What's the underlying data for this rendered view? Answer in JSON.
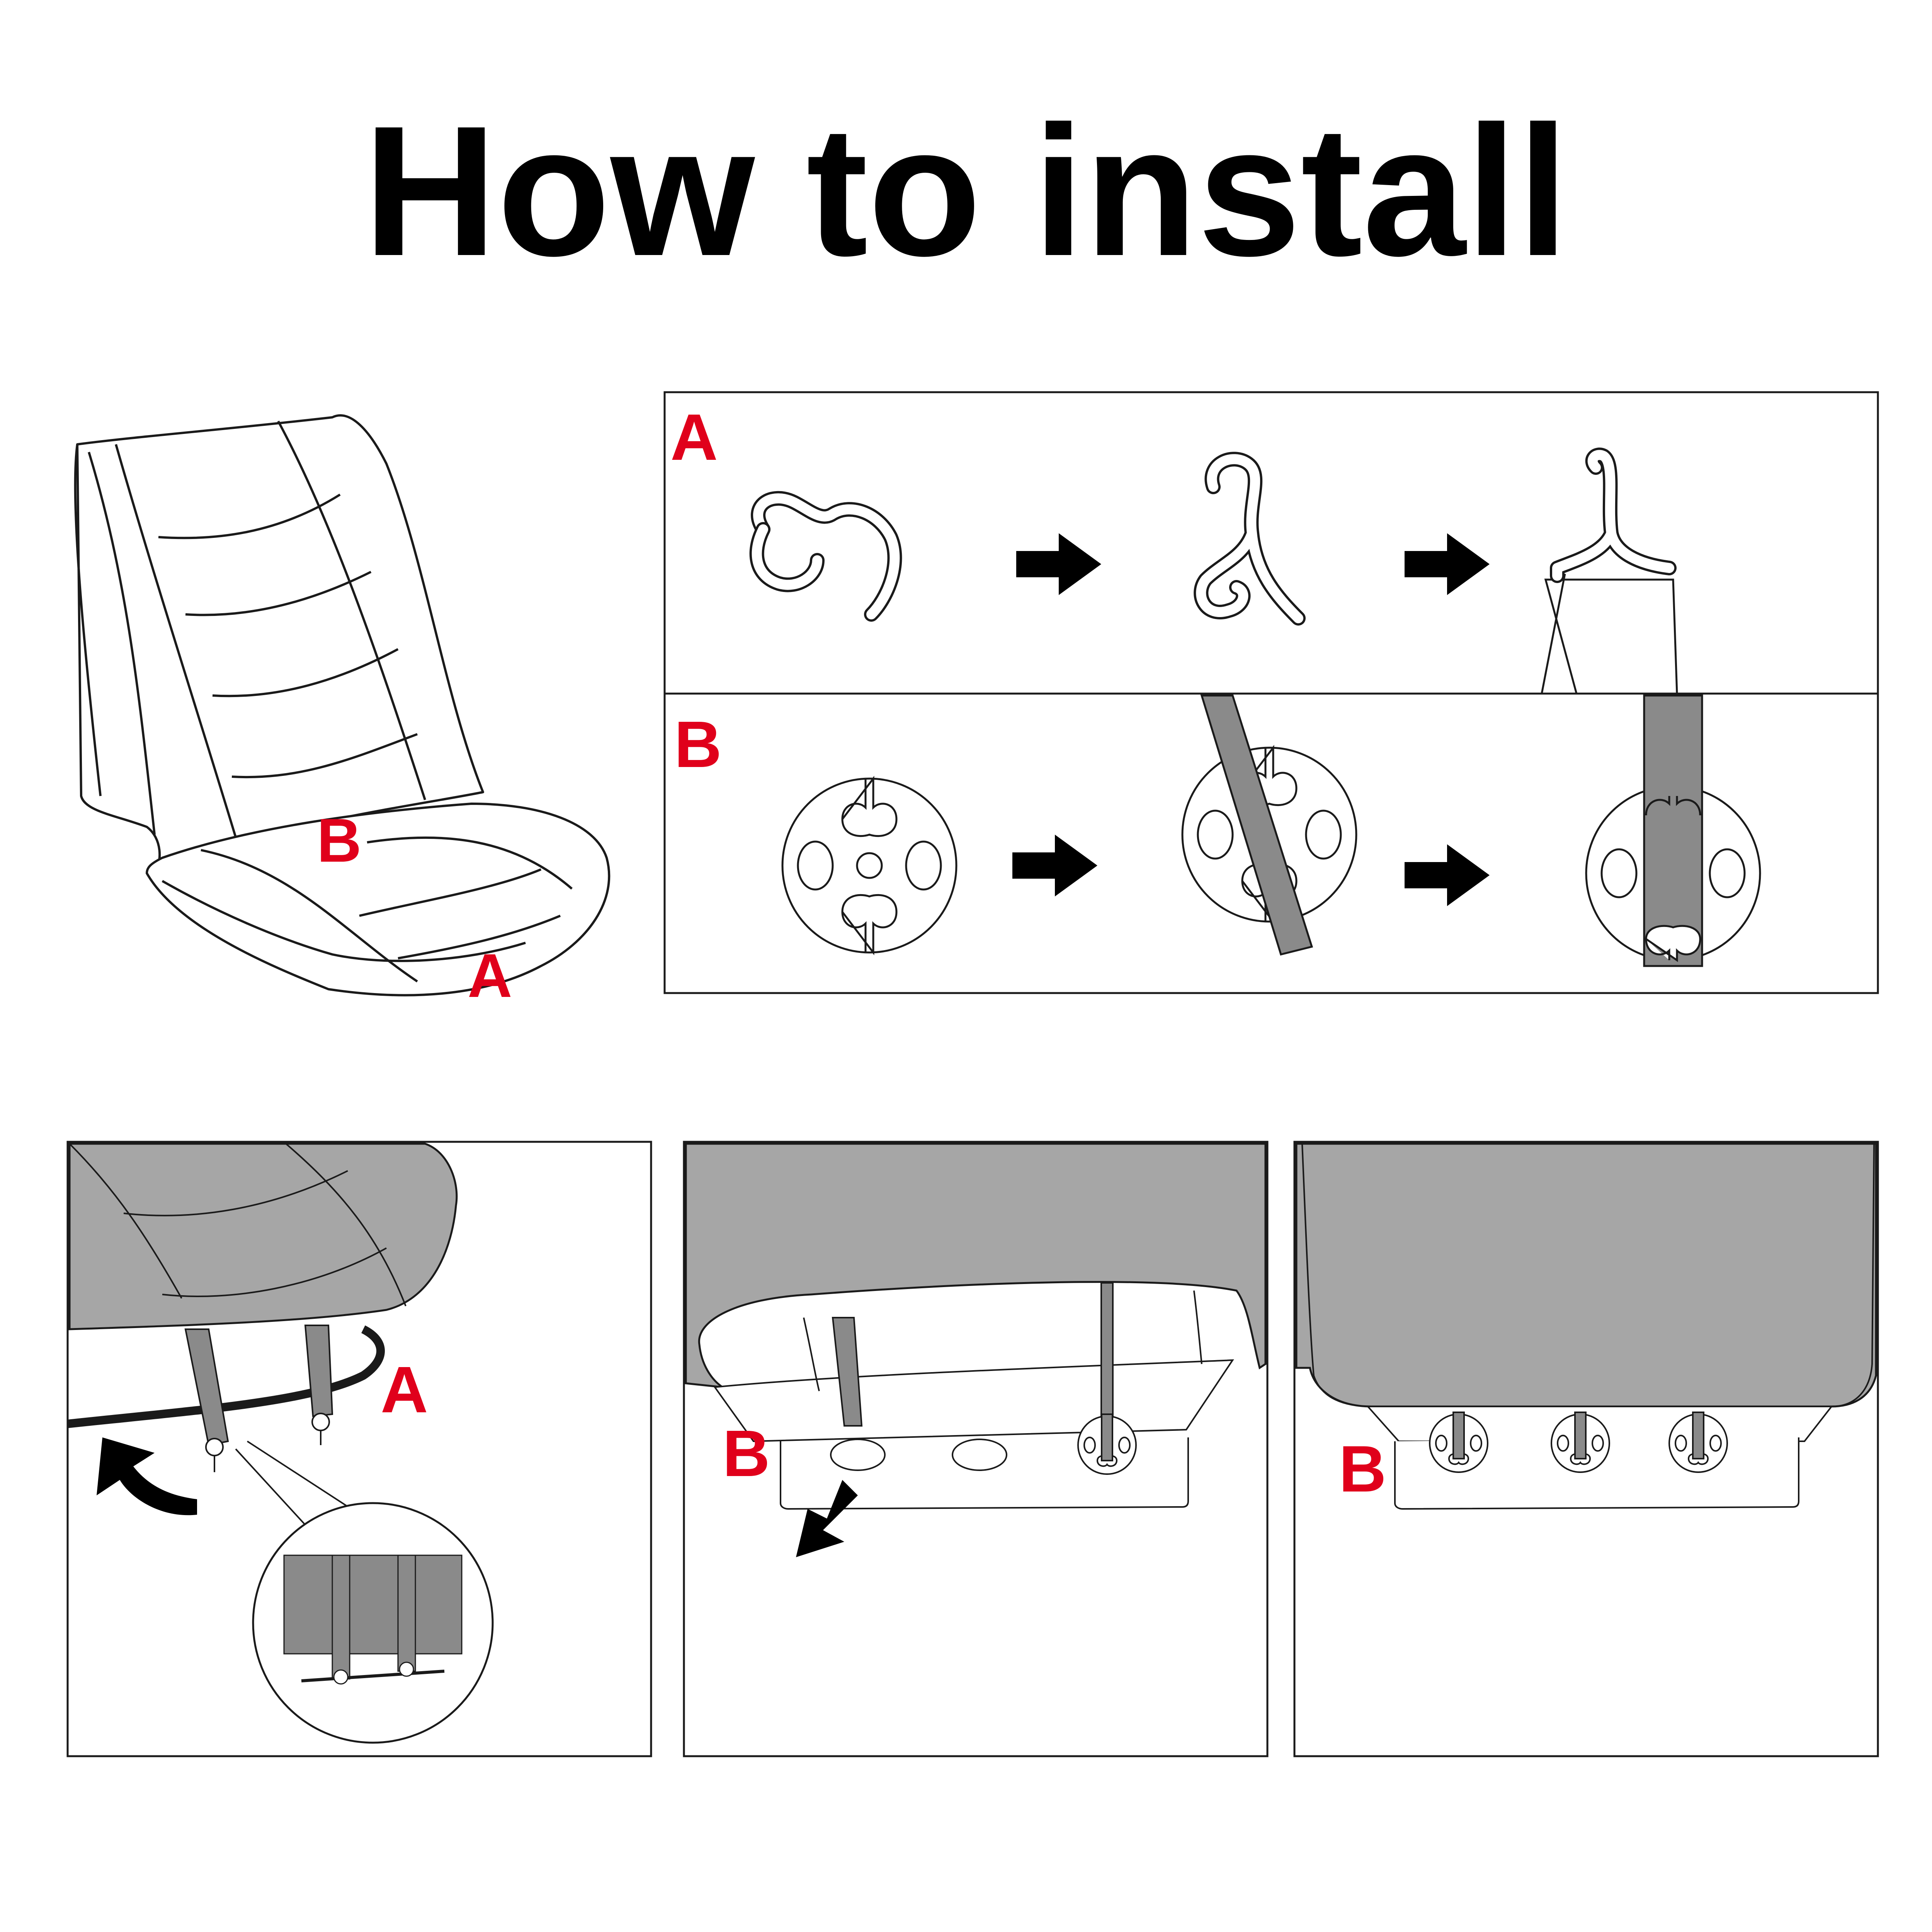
{
  "title": "How to install",
  "colors": {
    "label_red": "#e0001b",
    "strap_gray": "#8a8a8a",
    "cover_gray": "#a6a6a6",
    "line": "#1a1a1a",
    "background": "#ffffff"
  },
  "seat_overview": {
    "label_b": "B",
    "label_a": "A"
  },
  "panel_a": {
    "label": "A"
  },
  "panel_b": {
    "label": "B"
  },
  "step1": {
    "label": "A"
  },
  "step2": {
    "label": "B"
  },
  "step3": {
    "label": "B"
  },
  "icons": [
    "right-arrow-icon",
    "curved-arrow-icon",
    "diagonal-arrow-icon",
    "hook-icon",
    "disc-fastener-icon"
  ]
}
